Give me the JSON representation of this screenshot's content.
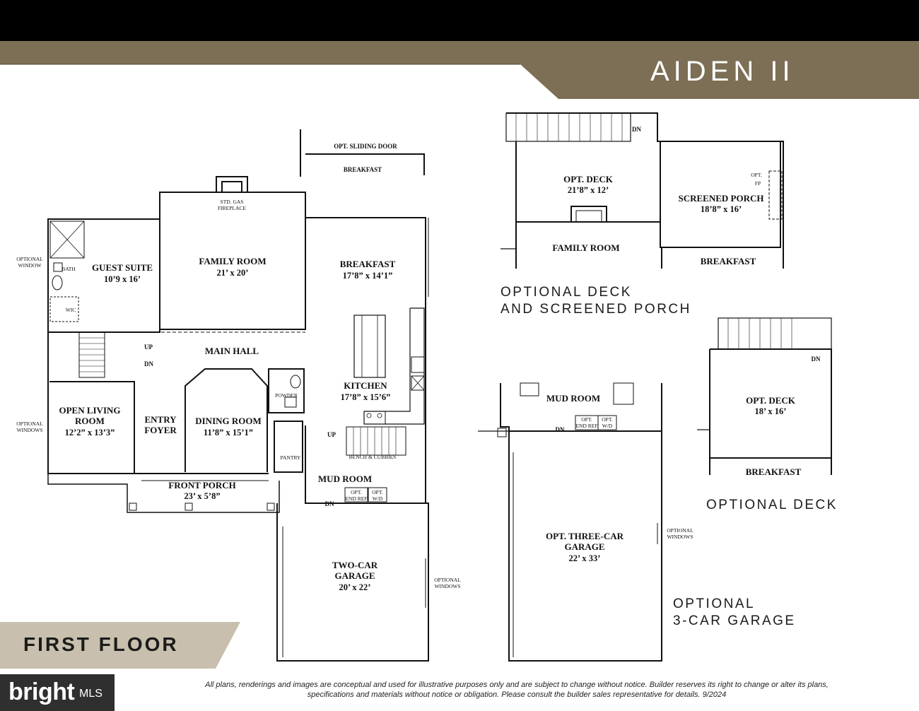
{
  "header": {
    "plan_name": "AIDEN II"
  },
  "sections": {
    "first_floor": "FIRST FLOOR",
    "optional_deck_porch_line1": "OPTIONAL DECK",
    "optional_deck_porch_line2": "AND SCREENED PORCH",
    "optional_deck": "OPTIONAL DECK",
    "optional_garage_line1": "OPTIONAL",
    "optional_garage_line2": "3-CAR GARAGE"
  },
  "first_floor_labels": {
    "opt_sliding_door": "OPT. SLIDING DOOR",
    "breakfast_top": "BREAKFAST",
    "fireplace_line1": "STD. GAS",
    "fireplace_line2": "FIREPLACE",
    "family_room": "FAMILY ROOM",
    "family_room_dim": "21’ x 20’",
    "guest_suite": "GUEST SUITE",
    "guest_suite_dim": "10’9 x 16’",
    "bath": "BATH",
    "wic": "WIC",
    "optional_window_l1": "OPTIONAL",
    "optional_window_l2": "WINDOW",
    "breakfast": "BREAKFAST",
    "breakfast_dim": "17’8” x 14’1”",
    "main_hall": "MAIN HALL",
    "up": "UP",
    "dn": "DN",
    "open_living_l1": "OPEN LIVING",
    "open_living_l2": "ROOM",
    "open_living_dim": "12’2” x 13’3”",
    "optional_windows_l1": "OPTIONAL",
    "optional_windows_l2": "WINDOWS",
    "entry_l1": "ENTRY",
    "entry_l2": "FOYER",
    "dining_room": "DINING ROOM",
    "dining_room_dim": "11’8” x 15’1”",
    "powder": "POWDER",
    "pantry": "PANTRY",
    "kitchen": "KITCHEN",
    "kitchen_dim": "17’8” x 15’6”",
    "kitchen_up": "UP",
    "bench_cubbies": "BENCH & CUBBIES",
    "front_porch": "FRONT PORCH",
    "front_porch_dim": "23’ x 5’8”",
    "mud_room": "MUD ROOM",
    "opt_end_ref_l1": "OPT.",
    "opt_end_ref_l2": "END REF",
    "opt_wd_l1": "OPT.",
    "opt_wd_l2": "W/D",
    "mud_dn": "DN",
    "garage_l1": "TWO-CAR",
    "garage_l2": "GARAGE",
    "garage_dim": "20’ x 22’",
    "garage_windows_l1": "OPTIONAL",
    "garage_windows_l2": "WINDOWS"
  },
  "deck_porch_labels": {
    "dn": "DN",
    "opt_deck": "OPT. DECK",
    "opt_deck_dim": "21’8” x 12’",
    "screened_porch": "SCREENED PORCH",
    "screened_porch_dim": "18’8” x 16’",
    "opt_fp_l1": "OPT.",
    "opt_fp_l2": "FP",
    "family_room": "FAMILY ROOM",
    "breakfast": "BREAKFAST"
  },
  "opt_deck_labels": {
    "dn": "DN",
    "opt_deck": "OPT. DECK",
    "opt_deck_dim": "18’ x 16’",
    "breakfast": "BREAKFAST"
  },
  "garage3_labels": {
    "mud_room": "MUD ROOM",
    "opt_end_ref_l1": "OPT.",
    "opt_end_ref_l2": "END REF",
    "opt_wd_l1": "OPT.",
    "opt_wd_l2": "W/D",
    "dn": "DN",
    "garage_l1": "OPT. THREE-CAR",
    "garage_l2": "GARAGE",
    "garage_dim": "22’ x 33’",
    "windows_l1": "OPTIONAL",
    "windows_l2": "WINDOWS"
  },
  "footer": {
    "brand": "bright",
    "brand_suffix": "MLS",
    "disclaimer_line1": "All plans, renderings and images are conceptual and used for illustrative purposes only and are subject to change without notice. Builder reserves its right to change or alter its plans,",
    "disclaimer_line2": "specifications and materials without notice or obligation. Please consult the builder sales representative for details.  9/2024"
  },
  "colors": {
    "brand_bronze": "#7c6f55",
    "first_floor_band": "#c9bfae",
    "top_bar": "#000000"
  }
}
